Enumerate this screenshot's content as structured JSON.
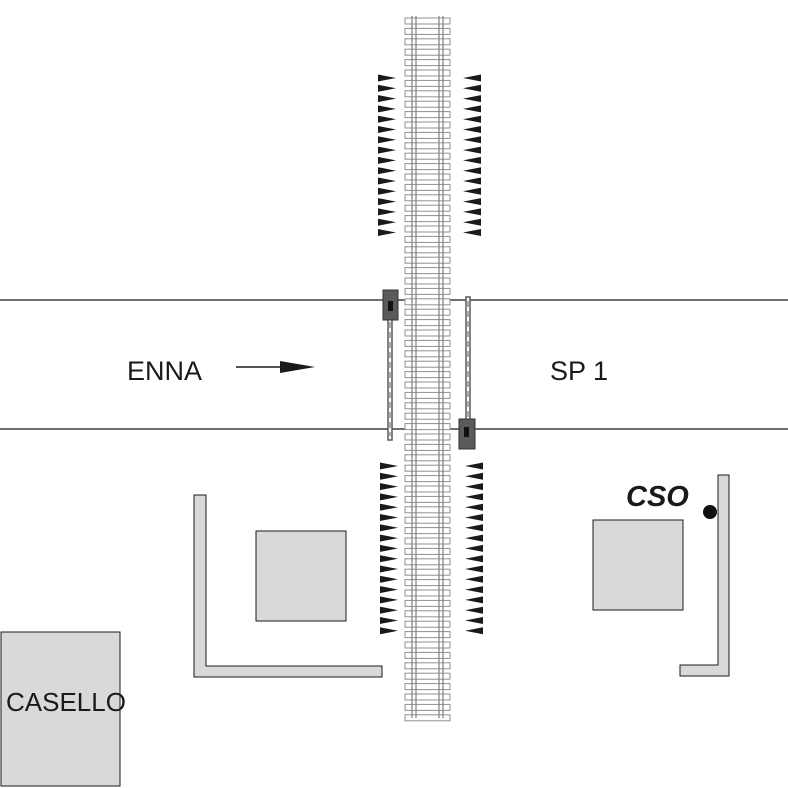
{
  "labels": {
    "road_from": "ENNA",
    "road_to": "SP 1",
    "point": "CSO",
    "building": "CASELLO"
  },
  "colors": {
    "line": "#1a1a1a",
    "fill_grey": "#d9d9d9",
    "rail": "#808080",
    "barrier": "#5a5a5a",
    "background": "#ffffff"
  },
  "icons": {
    "direction": "arrow-right-icon",
    "point_marker": "filled-dot-icon",
    "embankment": "triangle-mark-icon"
  }
}
